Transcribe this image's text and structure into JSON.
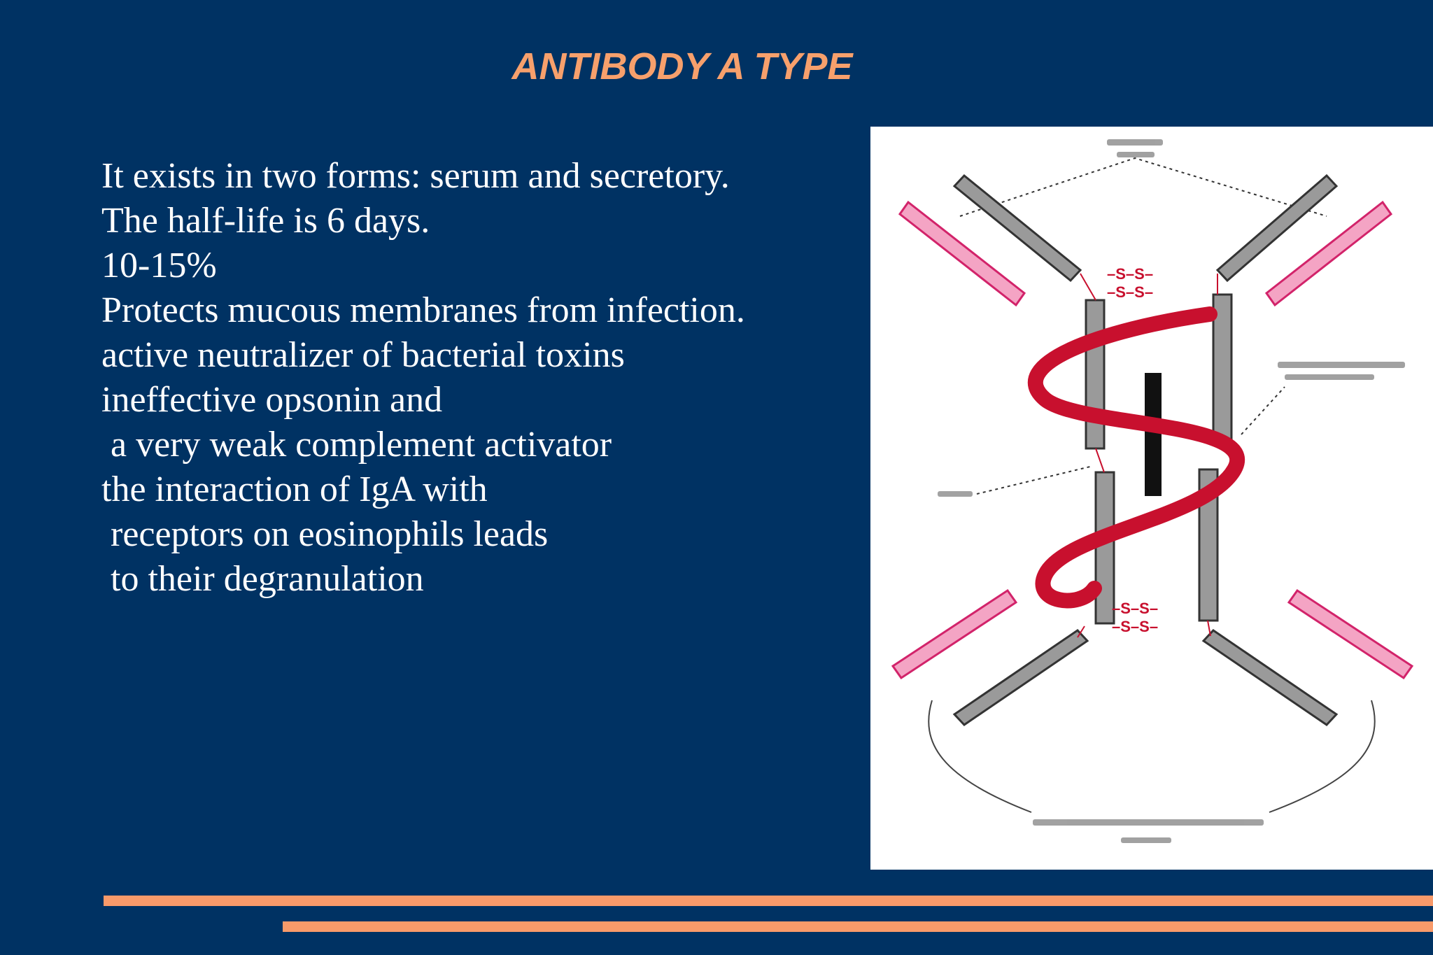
{
  "slide": {
    "title": "ANTIBODY A TYPE",
    "lines": [
      "It exists in two forms: serum and secretory.",
      "The half-life is 6 days.",
      "10-15%",
      "Protects mucous membranes from infection.",
      "active neutralizer of bacterial toxins",
      "ineffective opsonin and",
      " a very weak complement activator",
      "the interaction of IgA with",
      " receptors on eosinophils leads",
      " to their degranulation"
    ]
  },
  "colors": {
    "background": "#003263",
    "title": "#f7a06c",
    "accent_bar": "#f89a6a",
    "heavy_chain": "#9a9a9a",
    "light_chain": "#f4a4c4",
    "secretory_component": "#c8102e",
    "j_chain": "#111111"
  },
  "figure": {
    "icon": "iga-dimer-diagram"
  }
}
